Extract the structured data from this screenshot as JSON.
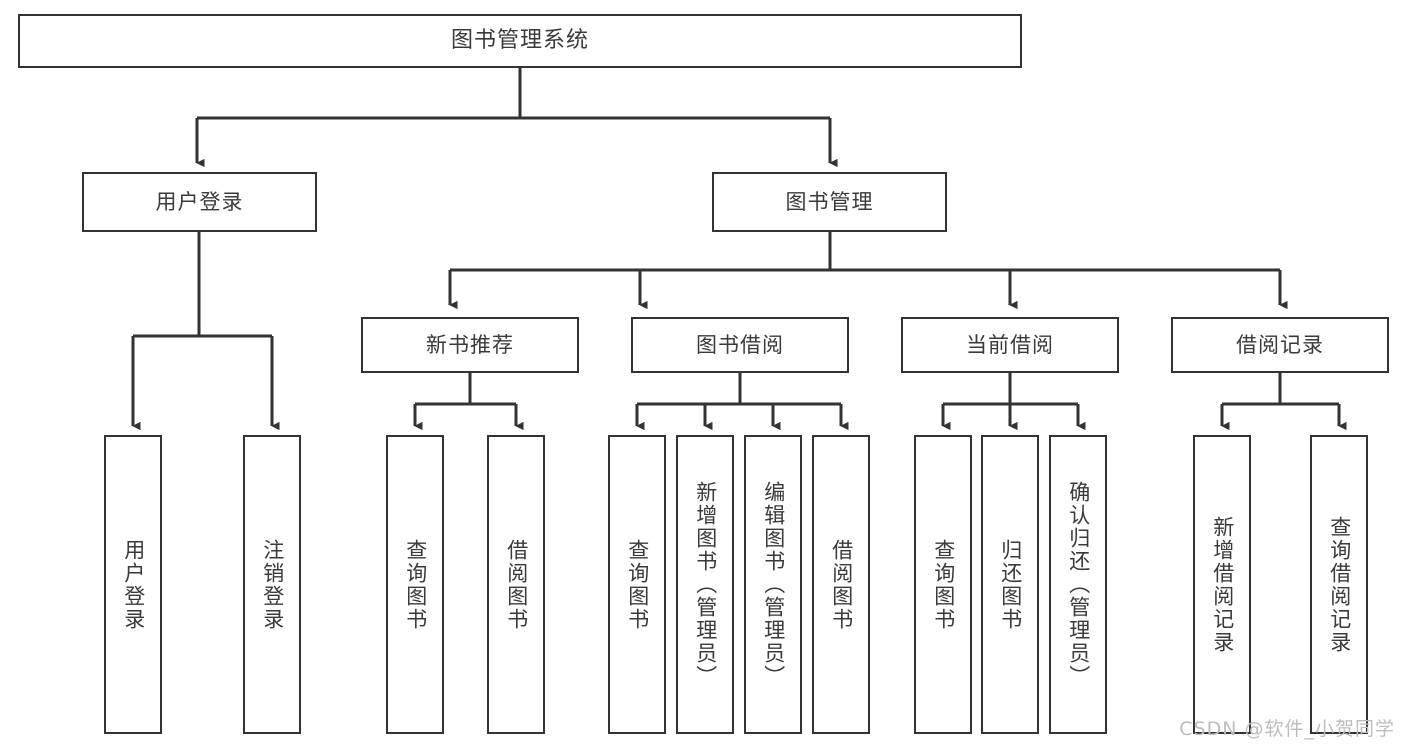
{
  "diagram": {
    "title": "图书管理系统",
    "watermark": "CSDN @软件_小贺同学",
    "colors": {
      "border": "#333333",
      "text": "#3a3a3a",
      "background": "#ffffff",
      "connector": "#333333",
      "watermark": "#bdbdbd"
    },
    "root": {
      "label": "图书管理系统"
    },
    "branches": [
      {
        "label": "用户登录"
      },
      {
        "label": "图书管理"
      }
    ],
    "sub_branches": [
      {
        "label": "新书推荐"
      },
      {
        "label": "图书借阅"
      },
      {
        "label": "当前借阅"
      },
      {
        "label": "借阅记录"
      }
    ],
    "leaves": {
      "user_login": [
        {
          "label": "用户登录"
        },
        {
          "label": "注销登录"
        }
      ],
      "new_book_recommend": [
        {
          "label": "查询图书"
        },
        {
          "label": "借阅图书"
        }
      ],
      "book_borrow": [
        {
          "label": "查询图书"
        },
        {
          "label": "新增图书（管理员）"
        },
        {
          "label": "编辑图书（管理员）"
        },
        {
          "label": "借阅图书"
        }
      ],
      "current_borrow": [
        {
          "label": "查询图书"
        },
        {
          "label": "归还图书"
        },
        {
          "label": "确认归还（管理员）"
        }
      ],
      "borrow_record": [
        {
          "label": "新增借阅记录"
        },
        {
          "label": "查询借阅记录"
        }
      ]
    }
  }
}
